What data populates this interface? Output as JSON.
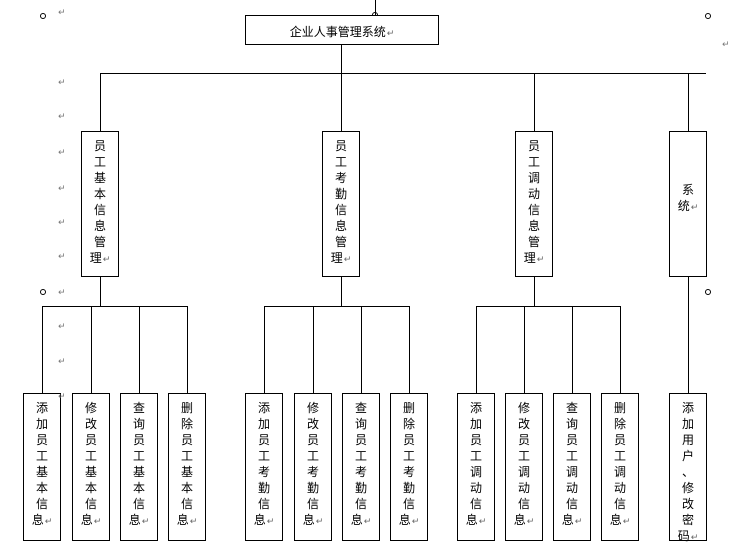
{
  "diagram": {
    "root": {
      "label": "企业人事管理系统"
    },
    "modules": [
      {
        "id": "m1",
        "label": "员工基本信息管理",
        "children": [
          "添加员工基本信息",
          "修改员工基本信息",
          "查询员工基本信息",
          "删除员工基本信息"
        ]
      },
      {
        "id": "m2",
        "label": "员工考勤信息管理",
        "children": [
          "添加员工考勤信息",
          "修改员工考勤信息",
          "查询员工考勤信息",
          "删除员工考勤信息"
        ]
      },
      {
        "id": "m3",
        "label": "员工调动信息管理",
        "children": [
          "添加员工调动信息",
          "修改员工调动信息",
          "查询员工调动信息",
          "删除员工调动信息"
        ]
      },
      {
        "id": "m4",
        "label": "系统",
        "children": [
          "添加用户、修改密码"
        ]
      }
    ],
    "paragraph_mark": "↵"
  }
}
